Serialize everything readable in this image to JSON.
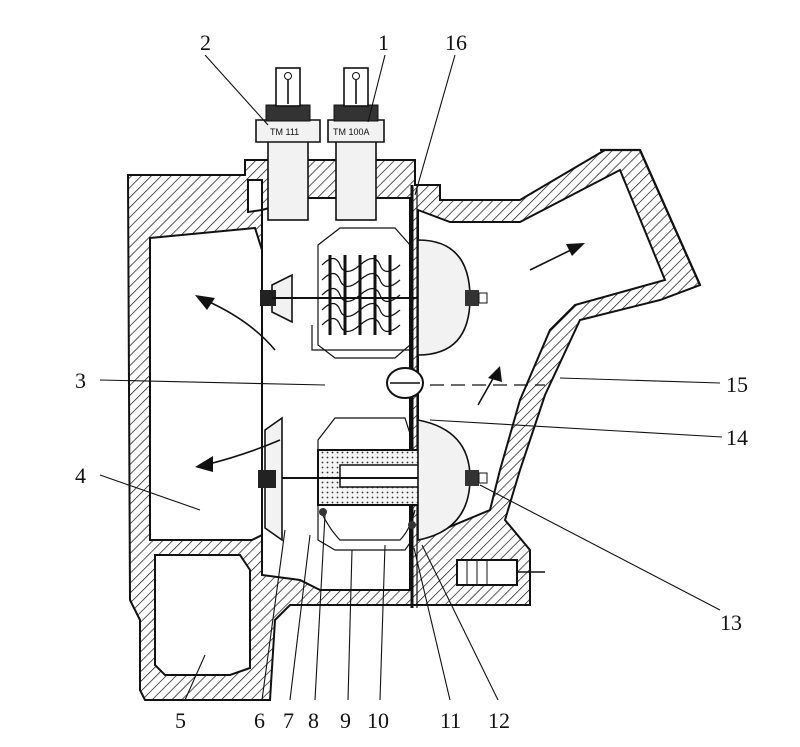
{
  "sensor_stamps": {
    "left_sensor": "ТМ 111",
    "right_sensor": "ТМ 100А"
  },
  "callouts": [
    {
      "id": "1",
      "text": "1"
    },
    {
      "id": "2",
      "text": "2"
    },
    {
      "id": "3",
      "text": "3"
    },
    {
      "id": "4",
      "text": "4"
    },
    {
      "id": "5",
      "text": "5"
    },
    {
      "id": "6",
      "text": "6"
    },
    {
      "id": "7",
      "text": "7"
    },
    {
      "id": "8",
      "text": "8"
    },
    {
      "id": "9",
      "text": "9"
    },
    {
      "id": "10",
      "text": "10"
    },
    {
      "id": "11",
      "text": "11"
    },
    {
      "id": "12",
      "text": "12"
    },
    {
      "id": "13",
      "text": "13"
    },
    {
      "id": "14",
      "text": "14"
    },
    {
      "id": "15",
      "text": "15"
    },
    {
      "id": "16",
      "text": "16"
    }
  ]
}
